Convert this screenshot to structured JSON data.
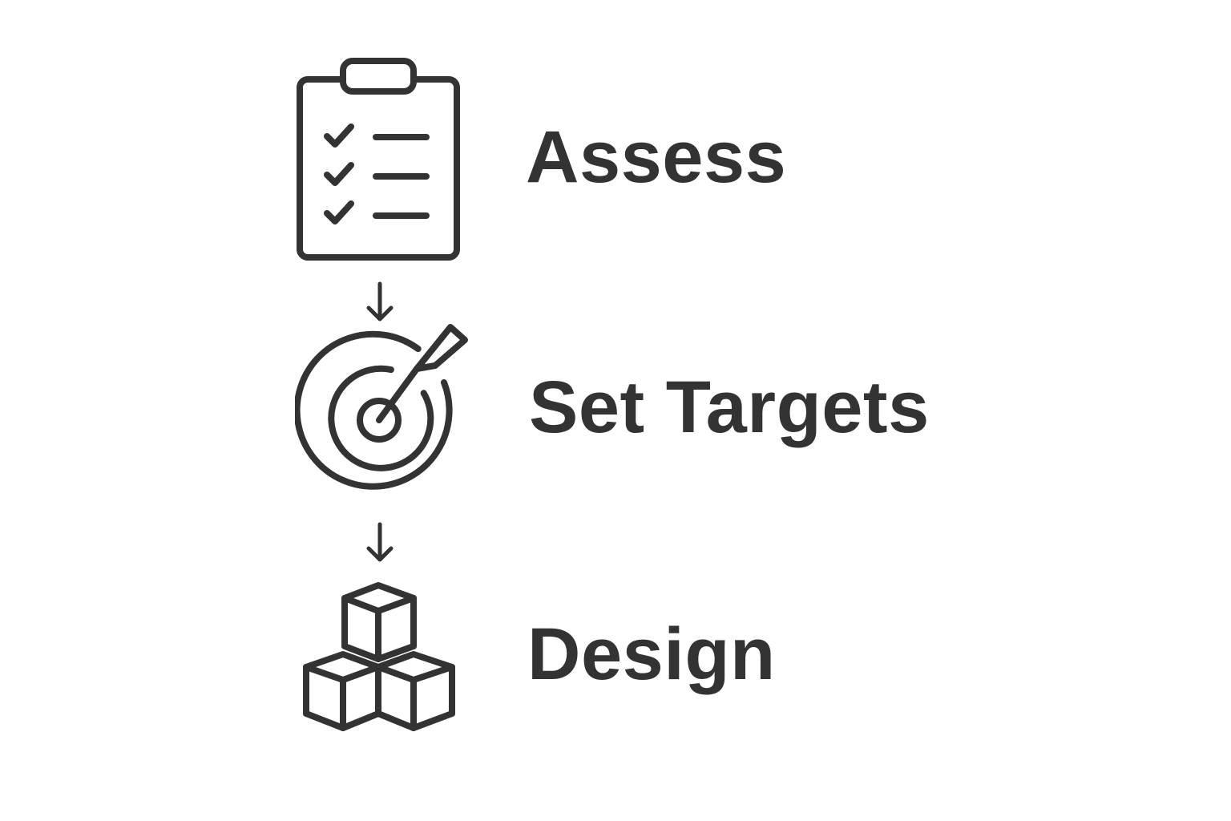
{
  "steps": [
    {
      "label": "Assess",
      "icon": "clipboard-checklist-icon"
    },
    {
      "label": "Set Targets",
      "icon": "target-arrow-icon"
    },
    {
      "label": "Design",
      "icon": "stacked-cubes-icon"
    }
  ],
  "connectors": [
    "down-arrow-icon",
    "down-arrow-icon"
  ],
  "colors": {
    "ink": "#333333",
    "background": "#ffffff"
  }
}
